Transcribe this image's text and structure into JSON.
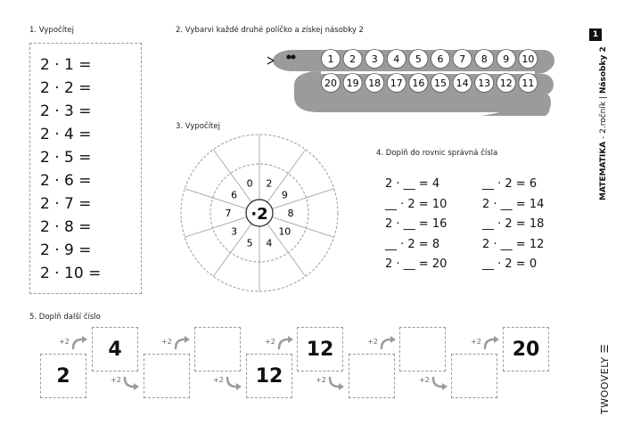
{
  "sidebar": {
    "page_number": "1",
    "subject": "MATEMATIKA",
    "grade": " - 2.ročník",
    "separator": " | ",
    "topic": "Násobky 2",
    "brand": "TWOOVELY"
  },
  "task1": {
    "heading": "1. Vypočítej",
    "equations": [
      "2 · 1 =",
      "2 · 2 =",
      "2 · 3 =",
      "2 · 4 =",
      "2 · 5 =",
      "2 · 6 =",
      "2 · 7 =",
      "2 · 8 =",
      "2 · 9 =",
      "2 · 10 ="
    ]
  },
  "task2": {
    "heading": "2. Vybarvi každé druhé políčko a získej násobky 2",
    "top_row": [
      "1",
      "2",
      "3",
      "4",
      "5",
      "6",
      "7",
      "8",
      "9",
      "10"
    ],
    "bottom_row": [
      "20",
      "19",
      "18",
      "17",
      "16",
      "15",
      "14",
      "13",
      "12",
      "11"
    ]
  },
  "task3": {
    "heading": "3. Vypočítej",
    "center": "·2",
    "numbers": [
      "2",
      "9",
      "8",
      "10",
      "4",
      "5",
      "3",
      "7",
      "6",
      "0"
    ]
  },
  "task4": {
    "heading": "4. Doplň do rovnic správná čísla",
    "left": [
      "2 · __ = 4",
      "__ · 2 = 10",
      "2 · __ = 16",
      "__ · 2 = 8",
      "2 · __ = 20"
    ],
    "right": [
      "__ · 2 = 6",
      "2 · __ = 14",
      "__ · 2 = 18",
      "2 · __ = 12",
      "__ · 2 = 0"
    ]
  },
  "task5": {
    "heading": "5. Doplň další číslo",
    "step_label": "+2",
    "values": [
      "2",
      "4",
      "",
      "",
      "12",
      "",
      "",
      "20"
    ]
  }
}
